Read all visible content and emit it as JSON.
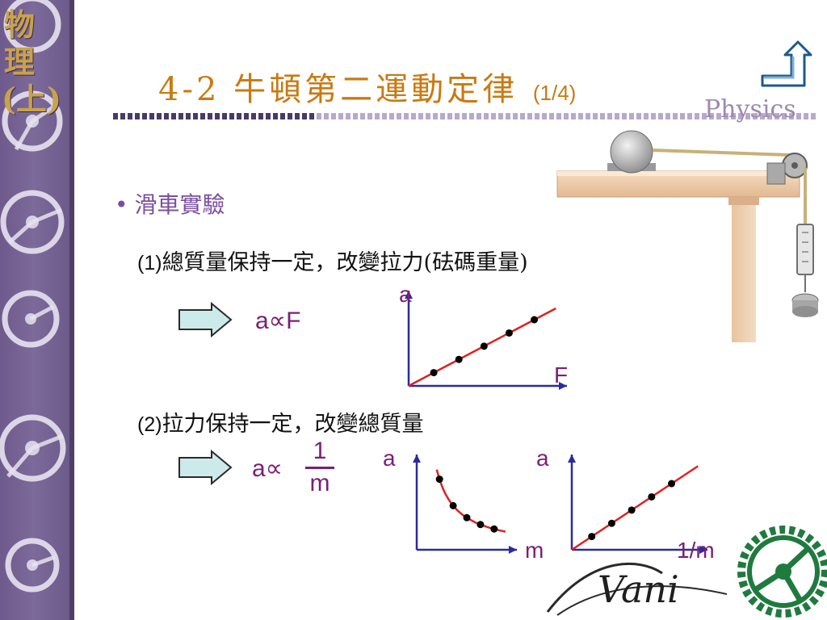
{
  "slide": {
    "vertical_label": "物\n理\n(上)",
    "title_main": "4-2 牛頓第二運動定律",
    "title_page": "(1/4)",
    "brand": "Physics",
    "section_bullet": "滑車實驗",
    "case1_num": "(1)",
    "case1_text": "總質量保持一定，改變拉力(砝碼重量)",
    "case2_num": "(2)",
    "case2_text": "拉力保持一定，改變總質量",
    "formula1": "a∝F",
    "formula2": "a∝",
    "fraction_num": "1",
    "fraction_den": "m",
    "logo_text": "Vani",
    "colors": {
      "title": "#c97a12",
      "bullet": "#7a4f9e",
      "formula": "#7a1e78",
      "axis": "#2a2aa0",
      "fit_line": "#e02020",
      "strip": "#6e5a8c"
    }
  },
  "chart_data": [
    {
      "type": "scatter",
      "xlabel": "F",
      "ylabel": "a",
      "x": [
        1,
        2,
        3,
        4,
        5
      ],
      "y": [
        1,
        2,
        3,
        4,
        5
      ],
      "trend": "linear through origin",
      "xlim": [
        0,
        6.3
      ],
      "ylim": [
        0,
        7.2
      ]
    },
    {
      "type": "scatter",
      "xlabel": "m",
      "ylabel": "a",
      "x": [
        1,
        1.6,
        2.2,
        2.8,
        3.4
      ],
      "y": [
        4,
        2.5,
        1.82,
        1.43,
        1.18
      ],
      "trend": "inverse curve",
      "xlim": [
        0,
        4.4
      ],
      "ylim": [
        0,
        5.4
      ]
    },
    {
      "type": "scatter",
      "xlabel": "1/m",
      "ylabel": "a",
      "x": [
        1,
        2,
        3,
        4,
        5
      ],
      "y": [
        1,
        2,
        3,
        4,
        5
      ],
      "trend": "linear through origin",
      "xlim": [
        0,
        6.8
      ],
      "ylim": [
        0,
        7.2
      ]
    }
  ]
}
